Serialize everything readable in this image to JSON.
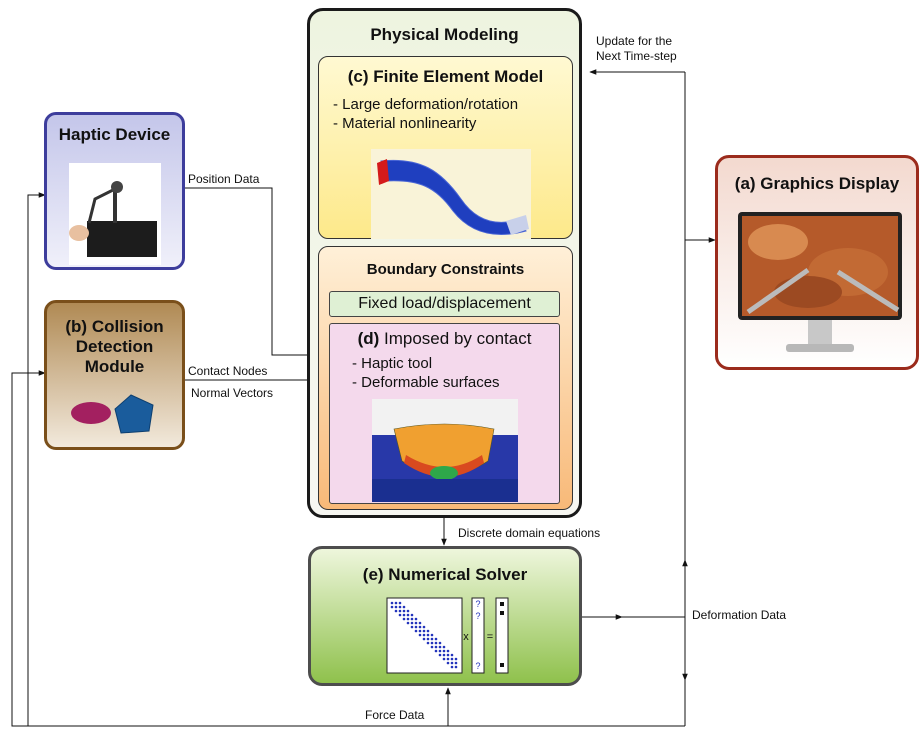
{
  "physical_modeling": {
    "title": "Physical Modeling",
    "fem": {
      "title": "(c) Finite Element Model",
      "bullets": [
        "- Large deformation/rotation",
        "- Material nonlinearity"
      ]
    },
    "boundary": {
      "title": "Boundary Constraints",
      "fixed": "Fixed load/displacement",
      "contact": {
        "tag": "(d)",
        "title": "Imposed by contact",
        "bullets": [
          "- Haptic tool",
          "- Deformable surfaces"
        ]
      }
    }
  },
  "haptic_device": {
    "title": "Haptic Device"
  },
  "collision": {
    "title": [
      "(b) Collision",
      "Detection",
      "Module"
    ]
  },
  "graphics": {
    "title": "(a) Graphics Display"
  },
  "solver": {
    "title": "(e) Numerical Solver",
    "unknown_mark": "?",
    "times": "x",
    "equals": "="
  },
  "labels": {
    "update": "Update for the",
    "update2": "Next Time-step",
    "position": "Position Data",
    "contact_nodes": "Contact Nodes",
    "normal_vectors": "Normal Vectors",
    "discrete": "Discrete domain equations",
    "deformation": "Deformation Data",
    "force": "Force Data"
  },
  "colors": {
    "haptic_border": "#3d3d9c",
    "collision_border": "#7a4f1a",
    "graphics_border": "#9b2b1c",
    "solver_border": "#4d4d4d",
    "solver_fill": "#8fc14c",
    "fem_fill": "#fff2a8",
    "boundary_fill": "#fbc98d",
    "contact_fill": "#f3d6ea"
  }
}
